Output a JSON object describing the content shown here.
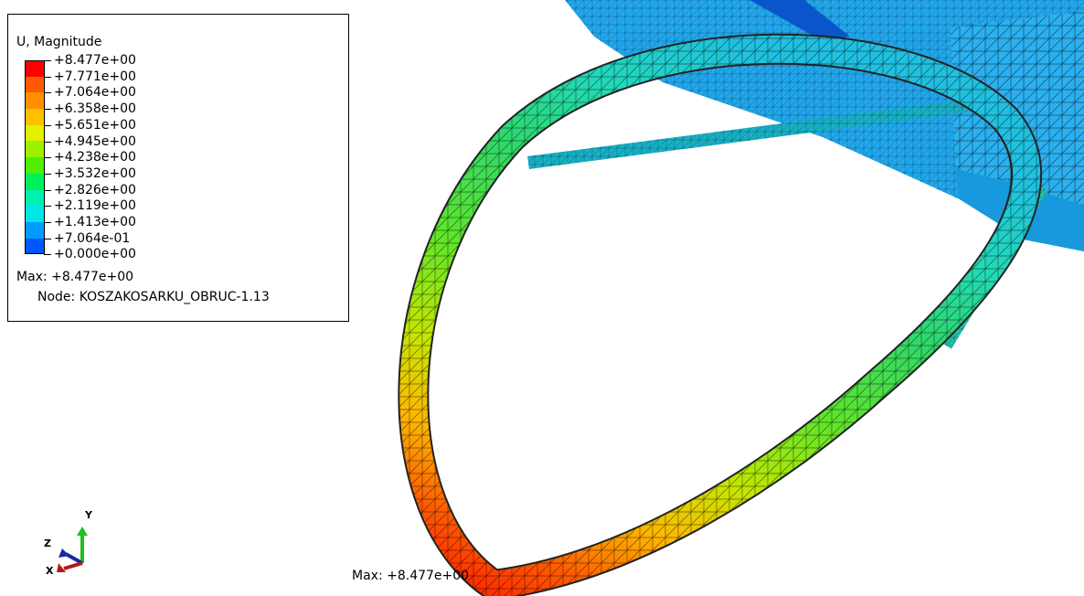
{
  "legend": {
    "title": "U, Magnitude",
    "colors": [
      "#ff0000",
      "#ff5a00",
      "#ff8f00",
      "#ffc000",
      "#e3f000",
      "#9ef000",
      "#4ef000",
      "#00f05a",
      "#00f0b0",
      "#00e7e7",
      "#009bff",
      "#0057ff",
      "#0000ff"
    ],
    "ticks": [
      "+8.477e+00",
      "+7.771e+00",
      "+7.064e+00",
      "+6.358e+00",
      "+5.651e+00",
      "+4.945e+00",
      "+4.238e+00",
      "+3.532e+00",
      "+2.826e+00",
      "+2.119e+00",
      "+1.413e+00",
      "+7.064e-01",
      "+0.000e+00"
    ],
    "max": "Max: +8.477e+00",
    "node": "Node: KOSZAKOSARKU_OBRUC-1.13"
  },
  "viewport": {
    "max_label": "Max: +8.477e+00",
    "triad": {
      "x": "X",
      "y": "Y",
      "z": "Z"
    },
    "colors": {
      "plate": "#1fa6ee",
      "plate_dark": "#0b5fd0",
      "rim_bottom": "#ff1a00",
      "rim_mid": "#c8e400",
      "rim_green": "#33cc33",
      "rim_top": "#1fd6b0"
    }
  }
}
